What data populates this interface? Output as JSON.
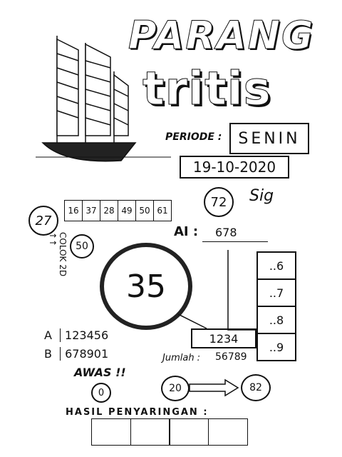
{
  "title": {
    "line1": "PARANG",
    "line2": "tritis"
  },
  "periode": {
    "label": "PERIODE :",
    "day": "SENIN",
    "date": "19-10-2020"
  },
  "circles": {
    "c27": "27",
    "c72": "72",
    "c50": "50",
    "c0": "0",
    "c20": "20",
    "c82": "82"
  },
  "main_number": "35",
  "number_row": [
    "16",
    "37",
    "28",
    "49",
    "50",
    "61"
  ],
  "ai": {
    "label": "AI :",
    "value": "678"
  },
  "tail_list": [
    "..6",
    "..7",
    "..8",
    "..9"
  ],
  "box_1234": "1234",
  "vertical_note": "COLOK 2D ↑↑",
  "rows": {
    "a_label": "A",
    "a_value": "123456",
    "b_label": "B",
    "b_value": "678901"
  },
  "awas": "AWAS !!",
  "jumlah": {
    "label": "Jumlah :",
    "value": "56789"
  },
  "hasil_label": "HASIL PENYARINGAN :",
  "signature": "Sig"
}
